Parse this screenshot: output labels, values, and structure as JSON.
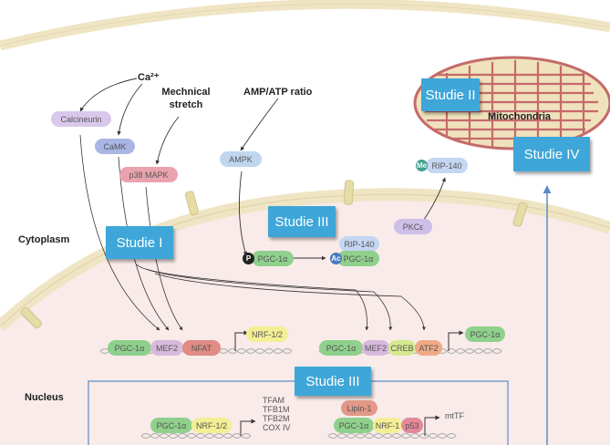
{
  "compartments": {
    "cytoplasm": "Cytoplasm",
    "nucleus": "Nucleus",
    "mitochondria": "Mitochondria"
  },
  "stimuli": {
    "calcium": "Ca²⁺",
    "stretch_line1": "Mechnical",
    "stretch_line2": "stretch",
    "amp_atp": "AMP/ATP ratio"
  },
  "kinases": {
    "calcineurin": "Calcineurin",
    "camk": "CaMK",
    "p38": "p38 MAPK",
    "ampk": "AMPK",
    "pkce": "PKCε",
    "rip140_top": "RIP-140",
    "rip140_mid": "RIP-140"
  },
  "modifications": {
    "phospho": "P",
    "acetyl": "Ac",
    "methyl": "Me"
  },
  "pgc": {
    "phospho": "PGC-1α",
    "acetyl": "PGC-1α"
  },
  "studies": {
    "s1": "Studie I",
    "s2": "Studie II",
    "s3a": "Studie III",
    "s3b": "Studie III",
    "s4": "Studie IV"
  },
  "promoter1": {
    "factors": [
      "PGC-1α",
      "MEF2",
      "NFAT"
    ],
    "target": "NRF-1/2"
  },
  "promoter2": {
    "factors": [
      "PGC-1α",
      "MEF2",
      "CREB",
      "ATF2"
    ],
    "target": "PGC-1α"
  },
  "promoter3": {
    "factors": [
      "PGC-1α",
      "NRF-1/2"
    ],
    "targets": [
      "TFAM",
      "TFB1M",
      "TFB2M",
      "COX IV"
    ]
  },
  "promoter4": {
    "top": "Lipin-1",
    "factors": [
      "PGC-1α",
      "NRF-1",
      "p53"
    ],
    "target": "mtTF"
  },
  "colors": {
    "calcineurin": "#d9c8ec",
    "camk": "#a9b6e3",
    "p38": "#eaa3ae",
    "ampk": "#bfd6ee",
    "pgc": "#8fd08c",
    "mef2": "#d7b9dd",
    "nfat": "#e08b84",
    "nrf": "#f4ef94",
    "creb": "#d3e98f",
    "atf2": "#f0a985",
    "lipin": "#e39888",
    "p53": "#e4889a",
    "rip": "#c4d6f2",
    "pkce": "#cdbfe8",
    "study": "#3ea6d8",
    "membrane": "#efe5c4",
    "cytoplasm": "#f8ebe9"
  }
}
